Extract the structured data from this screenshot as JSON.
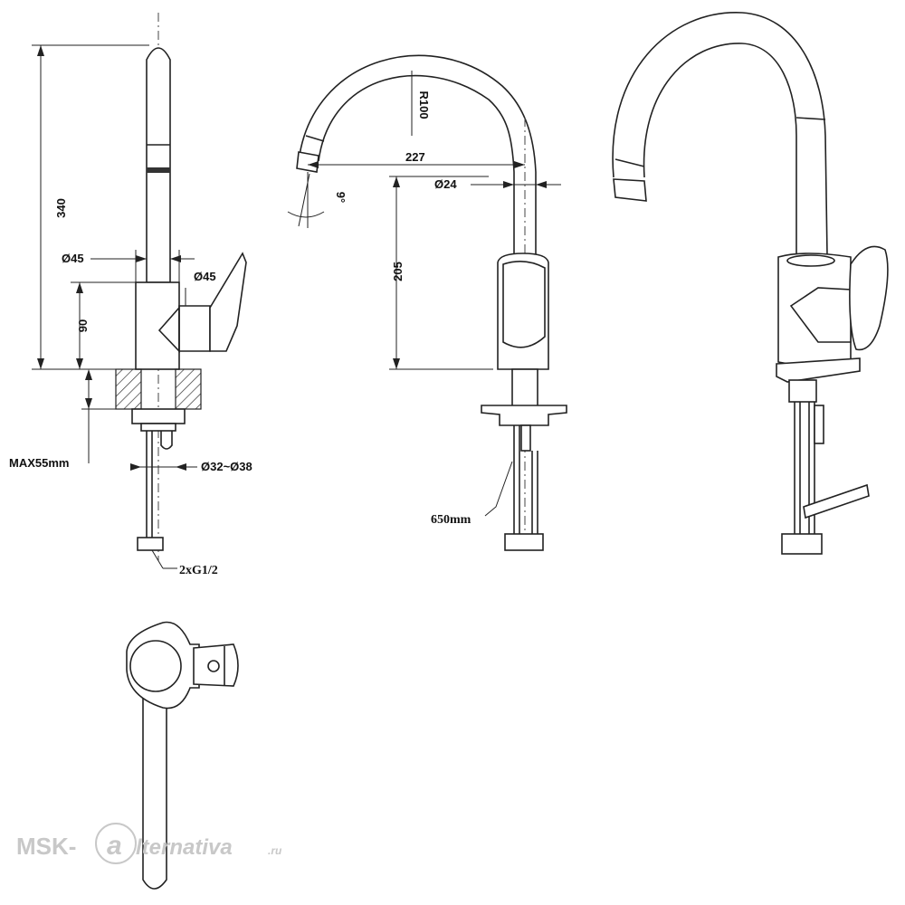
{
  "dimensions": {
    "height_340": "340",
    "body_45": "Ø45",
    "handle_45": "Ø45",
    "body_90": "90",
    "max55": "MAX55mm",
    "hole": "Ø32~Ø38",
    "connection": "2xG1/2",
    "radius": "R100",
    "reach": "227",
    "spout_24": "Ø24",
    "spout_height": "205",
    "angle": "9°",
    "hose": "650mm"
  },
  "watermark": {
    "part1": "MSK-",
    "letter": "a",
    "part2": "lternativa",
    "tld": ".ru"
  },
  "colors": {
    "line": "#222222",
    "watermark": "#c8c8c8",
    "background": "#ffffff"
  }
}
